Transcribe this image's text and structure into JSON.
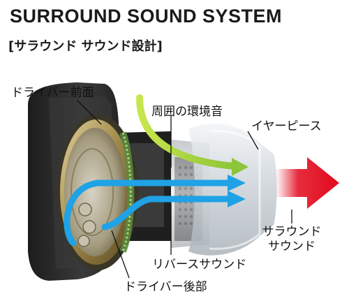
{
  "title": "SURROUND SOUND SYSTEM",
  "subtitle": "[サラウンド サウンド設計]",
  "labels": {
    "driver_front": "ドライバー前面",
    "ambient_sound": "周囲の環境音",
    "earpiece": "イヤーピース",
    "surround_sound_line1": "サラウンド",
    "surround_sound_line2": "サウンド",
    "reverse_sound": "リバースサウンド",
    "driver_rear": "ドライバー後部"
  },
  "colors": {
    "ambient_arrow": "#9ed23a",
    "reverse_arrow": "#1fa2e6",
    "output_arrow": "#e2081c",
    "housing": "#2c2c2c",
    "driver_ring": "#b8a26a",
    "earpiece": "#d9dfe4"
  }
}
